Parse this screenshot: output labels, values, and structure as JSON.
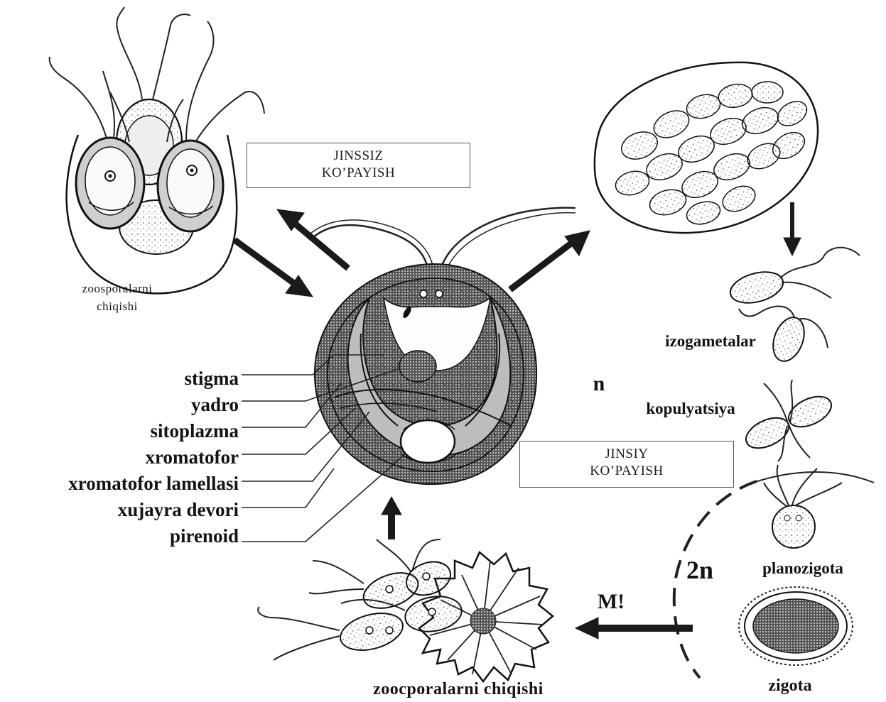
{
  "boxes": {
    "asexual": {
      "line1": "JINSSIZ",
      "line2": "KO’PAYISH"
    },
    "sexual": {
      "line1": "JINSIY",
      "line2": "KO’PAYISH"
    }
  },
  "cell_parts": [
    "stigma",
    "yadro",
    "sitoplazma",
    "xromatofor",
    "xromatofor lamellasi",
    "xujayra devori",
    "pirenoid"
  ],
  "stage_labels": {
    "zoospores_release_line1": "zoosporalarni",
    "zoospores_release_line2": "chiqishi",
    "isogametes": "izogametalar",
    "haploid": "n",
    "copulation": "kopulyatsiya",
    "planozygote": "planozigota",
    "diploid": "2n",
    "meiosis": "M!",
    "zygote": "zigota",
    "zoospores_release_bottom": "zoocporalarni chiqishi"
  }
}
